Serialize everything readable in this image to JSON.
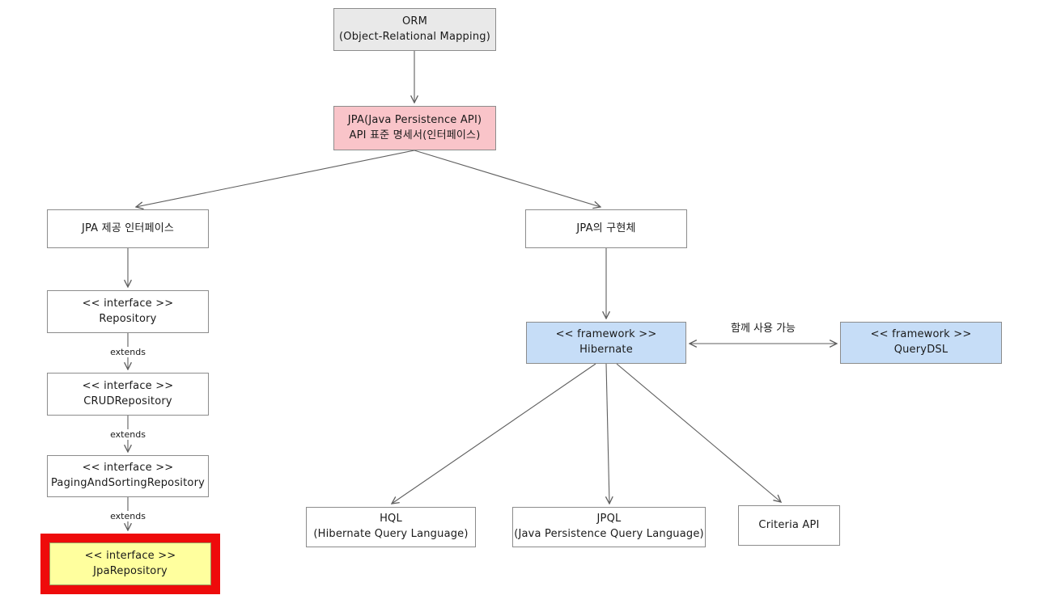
{
  "nodes": {
    "orm": {
      "lines": [
        "ORM",
        "(Object-Relational Mapping)"
      ]
    },
    "jpa": {
      "lines": [
        "JPA(Java Persistence API)",
        "API 표준 명세서(인터페이스)"
      ]
    },
    "jpa_interfaces": {
      "lines": [
        "JPA 제공 인터페이스"
      ]
    },
    "repository": {
      "lines": [
        "<< interface >>",
        "Repository"
      ]
    },
    "crud_repository": {
      "lines": [
        "<< interface >>",
        "CRUDRepository"
      ]
    },
    "paging_and_sorting_repository": {
      "lines": [
        "<< interface >>",
        "PagingAndSortingRepository"
      ]
    },
    "jpa_repository": {
      "lines": [
        "<< interface >>",
        "JpaRepository"
      ]
    },
    "jpa_implementation": {
      "lines": [
        "JPA의 구현체"
      ]
    },
    "hibernate": {
      "lines": [
        "<< framework >>",
        "Hibernate"
      ]
    },
    "querydsl": {
      "lines": [
        "<< framework >>",
        "QueryDSL"
      ]
    },
    "hql": {
      "lines": [
        "HQL",
        "(Hibernate Query Language)"
      ]
    },
    "jpql": {
      "lines": [
        "JPQL",
        "(Java Persistence Query Language)"
      ]
    },
    "criteria_api": {
      "lines": [
        "Criteria API"
      ]
    }
  },
  "edge_labels": {
    "extends": "extends",
    "together": "함께 사용 가능"
  },
  "colors": {
    "gray_fill": "#e9e9e9",
    "pink_fill": "#f9c4c9",
    "blue_fill": "#c6ddf7",
    "yellow_fill": "#ffff9e",
    "red_border": "#ee0b0b",
    "box_border": "#8c8c8c",
    "arrow": "#5f5f5f"
  }
}
